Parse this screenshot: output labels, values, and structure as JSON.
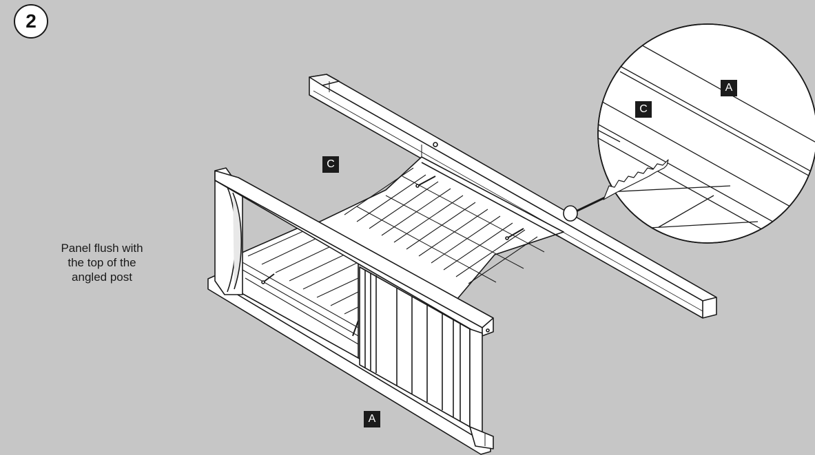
{
  "step": {
    "number": "2"
  },
  "note": {
    "line1": "Panel flush with",
    "line2": "the top of the",
    "line3": "angled post"
  },
  "labels": {
    "main_c": "C",
    "main_a": "A",
    "detail_a": "A",
    "detail_c": "C"
  },
  "colors": {
    "background": "#c6c6c6",
    "line": "#1a1a1a",
    "part_fill": "#ffffff",
    "label_bg": "#1b1b1b",
    "label_text": "#ffffff"
  },
  "icons": [
    "screw-icon",
    "magnifier-detail-circle"
  ]
}
